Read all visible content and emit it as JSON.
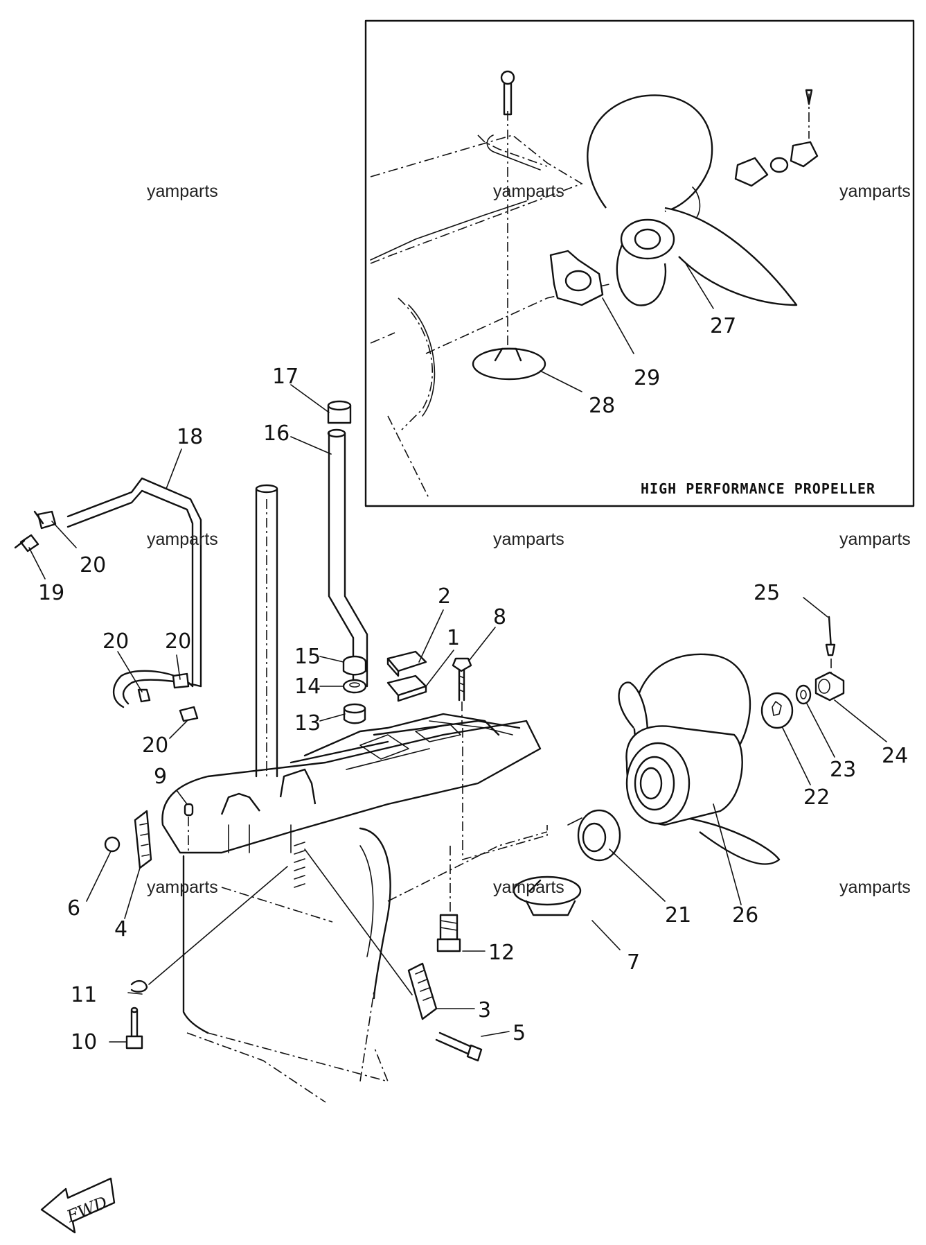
{
  "inset": {
    "title": "HIGH PERFORMANCE PROPELLER",
    "callouts": [
      "27",
      "28",
      "29"
    ]
  },
  "watermark": "yamparts",
  "fwd_label": "FWD",
  "callouts": {
    "c1": "1",
    "c2": "2",
    "c3": "3",
    "c4": "4",
    "c5": "5",
    "c6": "6",
    "c7": "7",
    "c8": "8",
    "c9": "9",
    "c10": "10",
    "c11": "11",
    "c12": "12",
    "c13": "13",
    "c14": "14",
    "c15": "15",
    "c16": "16",
    "c17": "17",
    "c18": "18",
    "c19": "19",
    "c20a": "20",
    "c20b": "20",
    "c20c": "20",
    "c20d": "20",
    "c21": "21",
    "c22": "22",
    "c23": "23",
    "c24": "24",
    "c25": "25",
    "c26": "26",
    "c27": "27",
    "c28": "28",
    "c29": "29"
  }
}
